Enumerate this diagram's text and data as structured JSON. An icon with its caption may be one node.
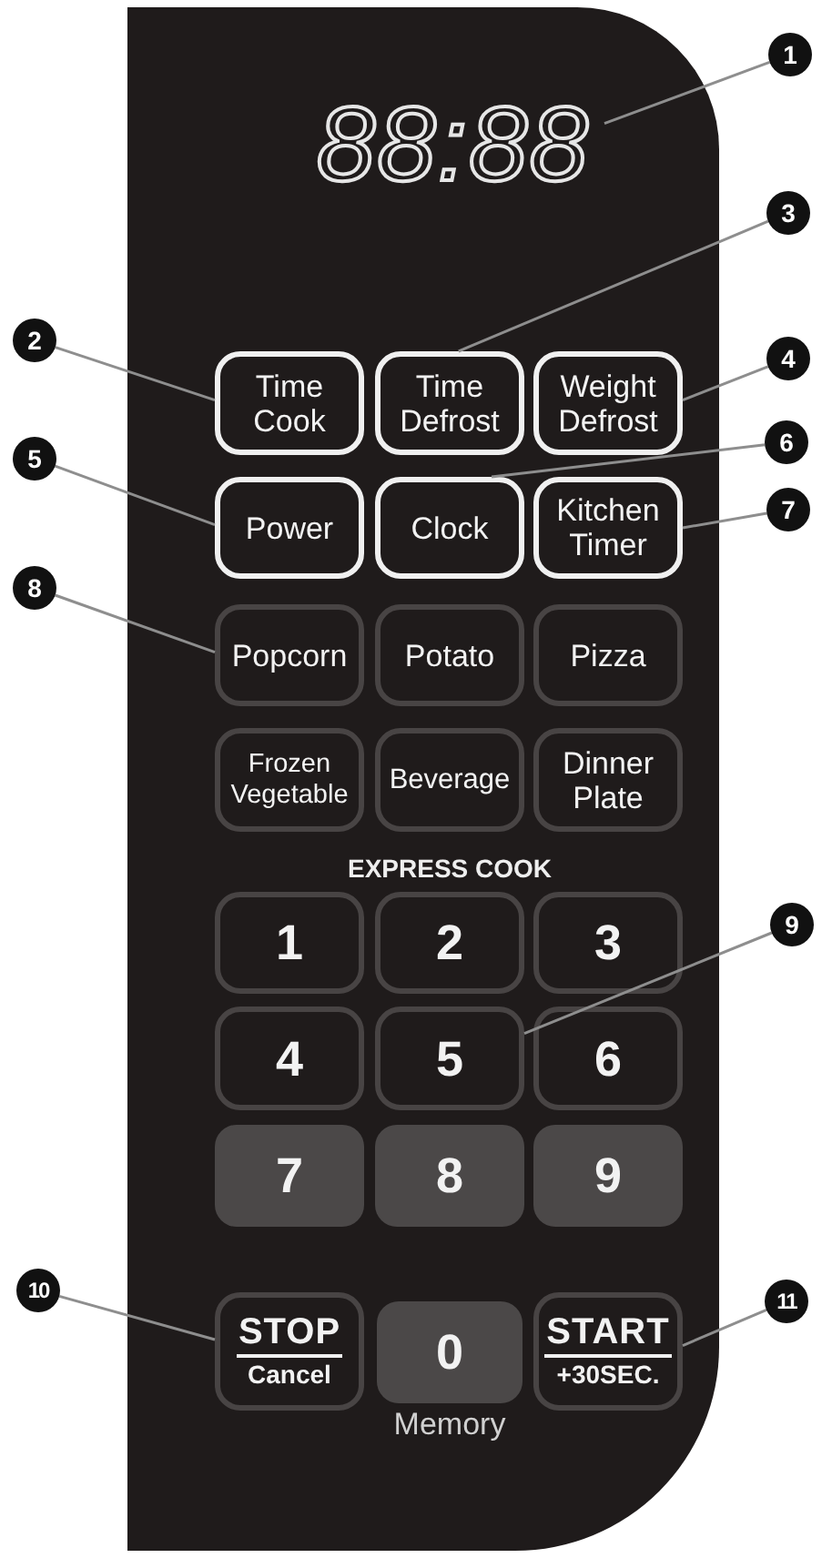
{
  "diagram": {
    "nodes": [
      {
        "text": [],
        "shape": "box"
      },
      {
        "text": [
          "1"
        ]
      },
      {
        "text": [
          "88:88"
        ],
        "in": 0
      },
      {
        "text": [
          "3"
        ]
      },
      {
        "text": [
          "2"
        ]
      },
      {
        "text": [
          "Time Cook"
        ],
        "in": 0
      },
      {
        "text": [
          "Time Defrost"
        ],
        "in": 0
      },
      {
        "text": [
          "Weight Defrost"
        ],
        "in": 0
      },
      {
        "text": [
          "4"
        ]
      },
      {
        "text": [
          "5"
        ]
      },
      {
        "text": [
          "Power"
        ],
        "in": 0
      },
      {
        "text": [
          "Clock"
        ],
        "in": 0
      },
      {
        "text": [
          "Kitchen Timer"
        ],
        "in": 0
      },
      {
        "text": [
          "6"
        ]
      },
      {
        "text": [
          "7"
        ]
      },
      {
        "text": [
          "8"
        ]
      },
      {
        "text": [
          "Popcorn"
        ],
        "in": 0
      },
      {
        "text": [
          "Potato"
        ],
        "in": 0
      },
      {
        "text": [
          "Pizza"
        ],
        "in": 0
      },
      {
        "text": [
          "Frozen Vegetable"
        ],
        "in": 0
      },
      {
        "text": [
          "Beverage"
        ],
        "in": 0
      },
      {
        "text": [
          "Dinner Plate"
        ],
        "in": 0
      },
      {
        "text": [
          "1"
        ],
        "in": 0
      },
      {
        "text": [
          "2"
        ],
        "in": 0
      },
      {
        "text": [
          "3"
        ],
        "in": 0
      },
      {
        "text": [
          "9"
        ]
      },
      {
        "text": [
          "4"
        ],
        "in": 0
      },
      {
        "text": [
          "5"
        ],
        "in": 0
      },
      {
        "text": [
          "6"
        ],
        "in": 0
      },
      {
        "text": [
          "7"
        ],
        "in": 0
      },
      {
        "text": [
          "8"
        ],
        "in": 0
      },
      {
        "text": [
          "9"
        ],
        "in": 0
      },
      {
        "text": [
          "10"
        ]
      },
      {
        "text": [
          "STOP",
          "Cancel"
        ],
        "in": 0
      },
      {
        "text": [
          "0"
        ],
        "in": 0,
        "beside": [
          "Memory"
        ]
      },
      {
        "text": [
          "START",
          "+30SEC."
        ],
        "in": 0
      },
      {
        "text": [
          "11"
        ]
      }
    ],
    "edges": [
      {
        "from": 1,
        "to": 2,
        "arrow": "none"
      },
      {
        "from": 4,
        "to": 5,
        "arrow": "none"
      },
      {
        "from": 3,
        "to": 6,
        "arrow": "none"
      },
      {
        "from": 8,
        "to": 7,
        "arrow": "none"
      },
      {
        "from": 9,
        "to": 10,
        "arrow": "none"
      },
      {
        "from": 13,
        "to": 11,
        "arrow": "none"
      },
      {
        "from": 14,
        "to": 12,
        "arrow": "none"
      },
      {
        "from": 15,
        "to": 16,
        "arrow": "none"
      },
      {
        "from": 25,
        "to": 27,
        "arrow": "none"
      },
      {
        "from": 32,
        "to": 33,
        "arrow": "none"
      },
      {
        "from": 36,
        "to": 35,
        "arrow": "none"
      }
    ],
    "labels": [
      "EXPRESS COOK"
    ]
  }
}
